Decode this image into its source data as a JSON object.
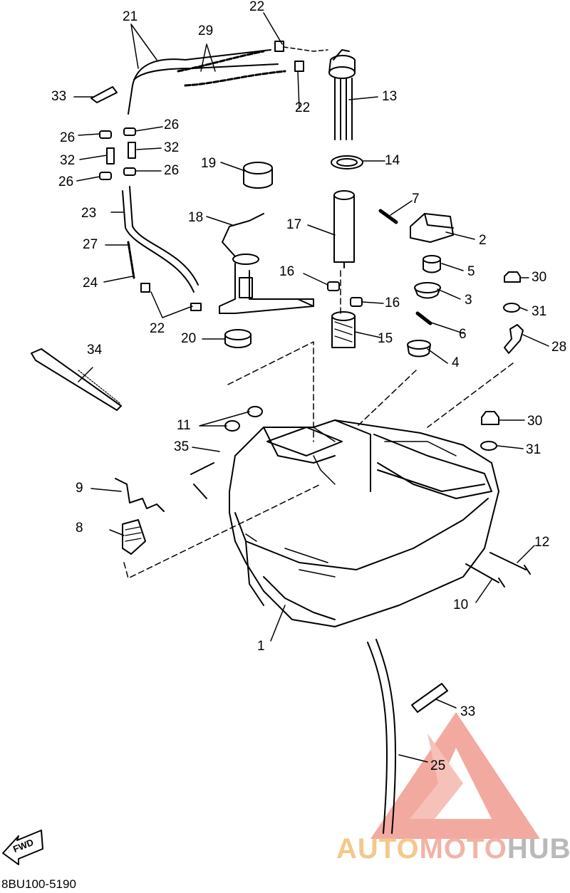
{
  "diagram_code": "8BU100-5190",
  "fwd_label": "FWD",
  "watermark": {
    "part1": "AUTO",
    "part2": "MOTO",
    "part3": "HUB"
  },
  "callouts": [
    {
      "id": "c1",
      "text": "1"
    },
    {
      "id": "c2",
      "text": "2"
    },
    {
      "id": "c3",
      "text": "3"
    },
    {
      "id": "c4",
      "text": "4"
    },
    {
      "id": "c5",
      "text": "5"
    },
    {
      "id": "c6",
      "text": "6"
    },
    {
      "id": "c7",
      "text": "7"
    },
    {
      "id": "c8",
      "text": "8"
    },
    {
      "id": "c9",
      "text": "9"
    },
    {
      "id": "c10",
      "text": "10"
    },
    {
      "id": "c11",
      "text": "11"
    },
    {
      "id": "c12",
      "text": "12"
    },
    {
      "id": "c13",
      "text": "13"
    },
    {
      "id": "c14",
      "text": "14"
    },
    {
      "id": "c15",
      "text": "15"
    },
    {
      "id": "c16a",
      "text": "16"
    },
    {
      "id": "c16b",
      "text": "16"
    },
    {
      "id": "c17",
      "text": "17"
    },
    {
      "id": "c18",
      "text": "18"
    },
    {
      "id": "c19",
      "text": "19"
    },
    {
      "id": "c20",
      "text": "20"
    },
    {
      "id": "c21",
      "text": "21"
    },
    {
      "id": "c22a",
      "text": "22"
    },
    {
      "id": "c22b",
      "text": "22"
    },
    {
      "id": "c22c",
      "text": "22"
    },
    {
      "id": "c23",
      "text": "23"
    },
    {
      "id": "c24",
      "text": "24"
    },
    {
      "id": "c25",
      "text": "25"
    },
    {
      "id": "c26a",
      "text": "26"
    },
    {
      "id": "c26b",
      "text": "26"
    },
    {
      "id": "c26c",
      "text": "26"
    },
    {
      "id": "c26d",
      "text": "26"
    },
    {
      "id": "c27",
      "text": "27"
    },
    {
      "id": "c28",
      "text": "28"
    },
    {
      "id": "c29",
      "text": "29"
    },
    {
      "id": "c30a",
      "text": "30"
    },
    {
      "id": "c30b",
      "text": "30"
    },
    {
      "id": "c31a",
      "text": "31"
    },
    {
      "id": "c31b",
      "text": "31"
    },
    {
      "id": "c32a",
      "text": "32"
    },
    {
      "id": "c32b",
      "text": "32"
    },
    {
      "id": "c33a",
      "text": "33"
    },
    {
      "id": "c33b",
      "text": "33"
    },
    {
      "id": "c34",
      "text": "34"
    },
    {
      "id": "c35",
      "text": "35"
    }
  ]
}
